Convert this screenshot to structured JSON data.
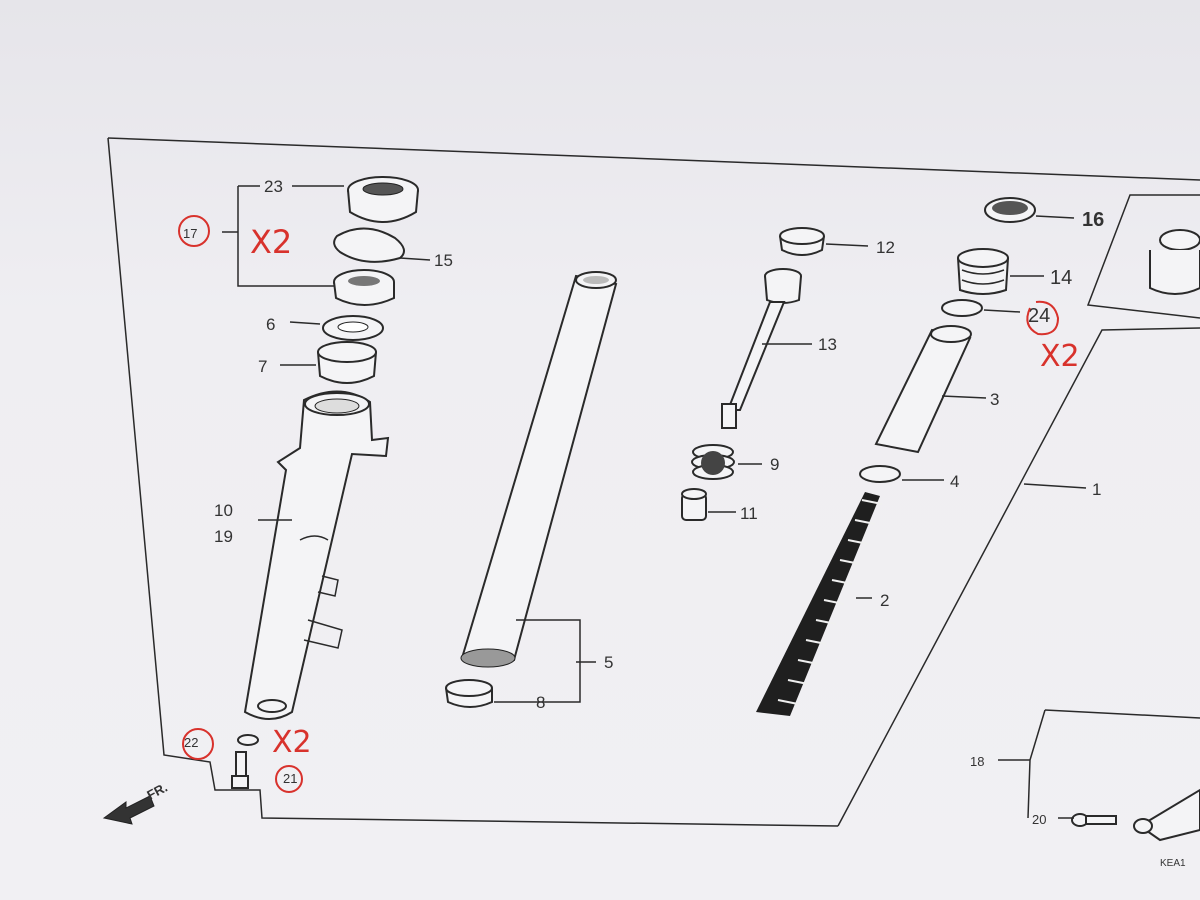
{
  "callouts": {
    "p1": "1",
    "p2": "2",
    "p3": "3",
    "p4": "4",
    "p5": "5",
    "p6": "6",
    "p7": "7",
    "p8": "8",
    "p9": "9",
    "p10": "10",
    "p11": "11",
    "p12": "12",
    "p13": "13",
    "p14": "14",
    "p15": "15",
    "p16": "16",
    "p17": "17",
    "p18": "18",
    "p19": "19",
    "p20": "20",
    "p21": "21",
    "p22": "22",
    "p23": "23",
    "p24": "24"
  },
  "annotations": {
    "x2_a": "X2",
    "x2_b": "X2",
    "x2_c": "X2"
  },
  "front_arrow": "FR.",
  "figure_code": "KEA1",
  "colors": {
    "ink": "#2a2a2a",
    "annotation_red": "#d8322c",
    "paper": "#efeef2"
  }
}
